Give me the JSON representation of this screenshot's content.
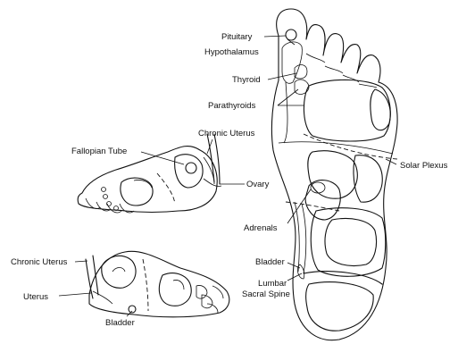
{
  "labels": {
    "pituitary": "Pituitary",
    "hypothalamus": "Hypothalamus",
    "thyroid": "Thyroid",
    "parathyroids": "Parathyroids",
    "solar_plexus": "Solar Plexus",
    "adrenals": "Adrenals",
    "bladder_right": "Bladder",
    "lumbar": "Lumbar",
    "sacral_spine": "Sacral Spine",
    "fallopian_tube": "Fallopian Tube",
    "chronic_uterus_top": "Chronic Uterus",
    "ovary": "Ovary",
    "chronic_uterus_bottom": "Chronic Uterus",
    "uterus": "Uterus",
    "bladder_bottom": "Bladder"
  }
}
